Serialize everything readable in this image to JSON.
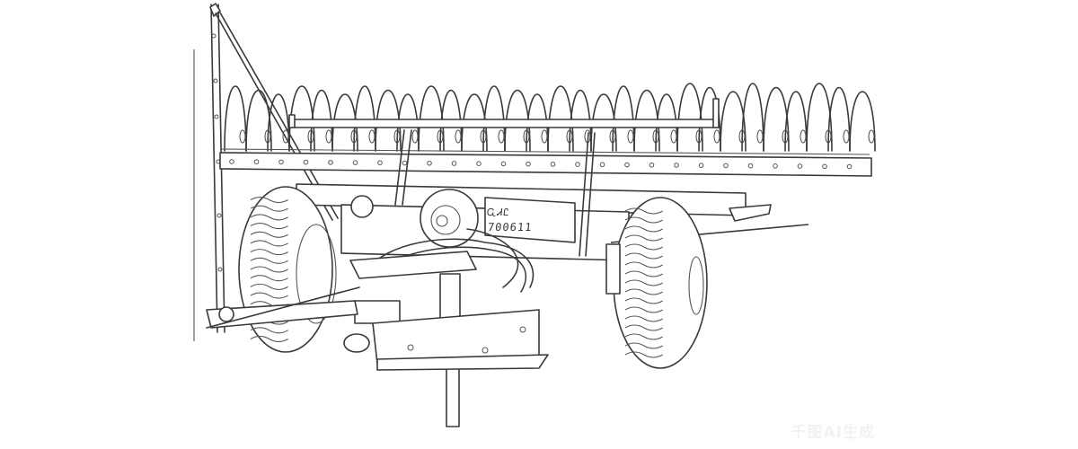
{
  "illustration": {
    "subject": "rotary hay rake line drawing",
    "style": "black-and-white line art",
    "stroke_color": "#3a3a3a",
    "background_color": "#ffffff"
  },
  "machine_label": {
    "brand_script": "ᏩᏗᏝ",
    "serial": "700611"
  },
  "watermark": {
    "text": "千图AI生成",
    "color": "#f2f2f2"
  }
}
